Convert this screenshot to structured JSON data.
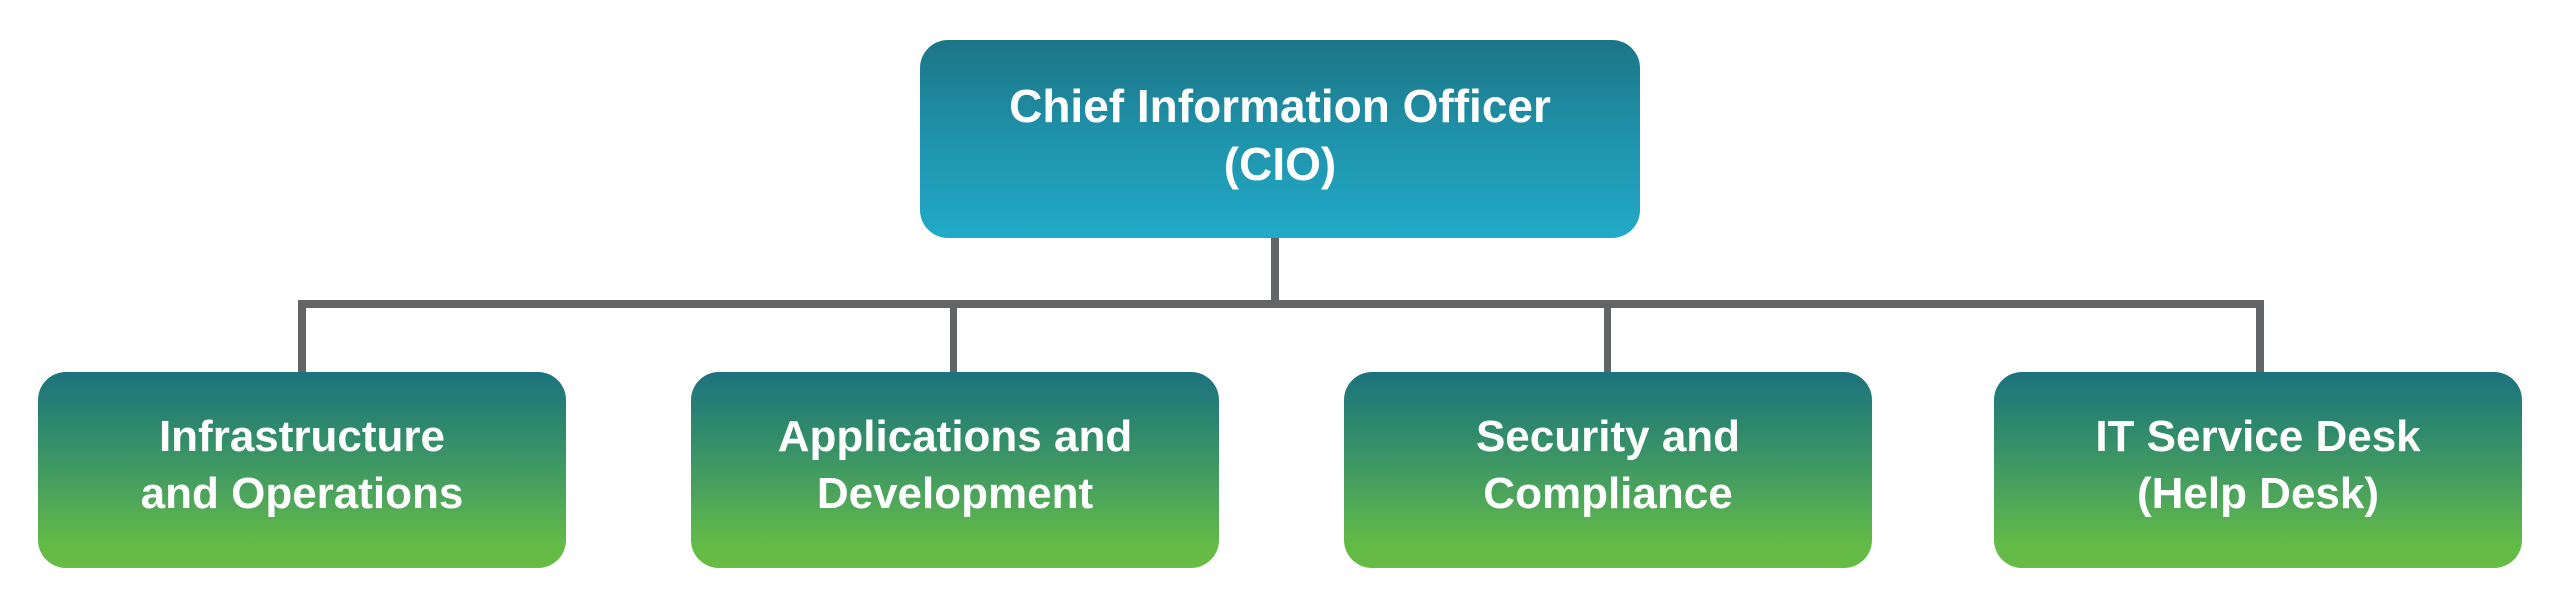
{
  "diagram": {
    "type": "org-chart",
    "colors": {
      "root_gradient_top": "#1c7486",
      "root_gradient_bottom": "#21aac8",
      "child_gradient_top": "#1c727e",
      "child_gradient_bottom": "#63bb47",
      "connector": "#636466",
      "text": "#ffffff"
    },
    "root": {
      "lines": [
        "Chief Information Officer",
        "(CIO)"
      ]
    },
    "children": [
      {
        "lines": [
          "Infrastructure",
          "and Operations"
        ]
      },
      {
        "lines": [
          "Applications and",
          "Development"
        ]
      },
      {
        "lines": [
          "Security and",
          "Compliance"
        ]
      },
      {
        "lines": [
          "IT Service Desk",
          "(Help Desk)"
        ]
      }
    ]
  }
}
